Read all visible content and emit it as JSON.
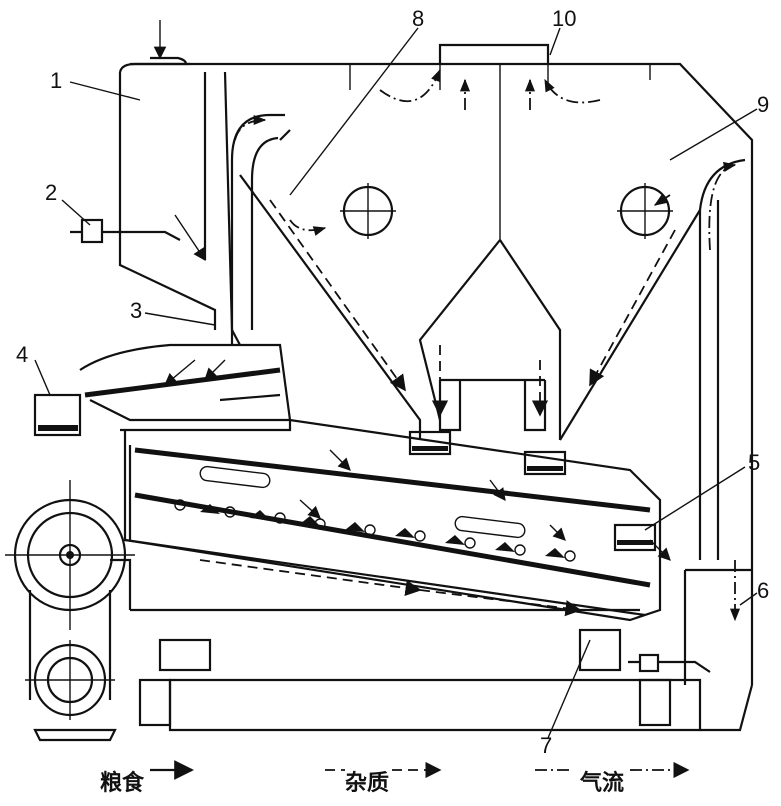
{
  "callouts": [
    "1",
    "2",
    "3",
    "4",
    "5",
    "6",
    "7",
    "8",
    "9",
    "10"
  ],
  "legend": {
    "grain": "粮食",
    "impurity": "杂质",
    "airflow": "气流"
  }
}
